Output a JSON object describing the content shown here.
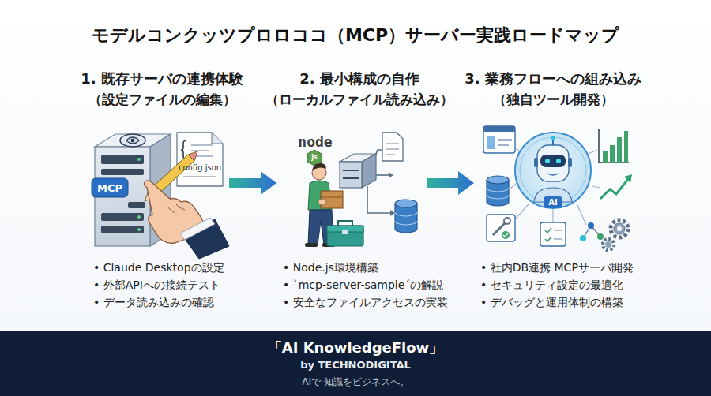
{
  "diagram": {
    "title": "モデルコンクッツプロロココ（MCP）サーバー実践ロードマップ",
    "nodes": [
      {
        "text": [
          "1. 既存サーバの連携体験",
          "（設定ファイルの編集）",
          "• Claude Desktopの設定",
          "• 外部APIへの接続テスト",
          "• データ読み込みの確認"
        ]
      },
      {
        "text": [
          "2. 最小構成の自作",
          "（ローカルファイル読み込み）",
          "• Node.js環境構築",
          "• `mcp-server-sample´の解説",
          "• 安全なファイルアクセスの実装"
        ]
      },
      {
        "text": [
          "3. 業務フローへの組み込み",
          "（独自ツール開発）",
          "• 社内DB連携 MCPサーバ開発",
          "• セキュリティ設定の最適化",
          "• デバッグと運用体制の構築"
        ]
      },
      {
        "text": [
          "「AI KnowledgeFlow」",
          "by TECHNODIGITAL",
          "AIで 知識をビジネスへ。"
        ]
      }
    ],
    "edges": [
      {
        "from": 0,
        "to": 1,
        "arrow": "to"
      },
      {
        "from": 1,
        "to": 2,
        "arrow": "to"
      }
    ],
    "labels": [
      "config.json",
      "MCP",
      "node",
      "js",
      "AI"
    ]
  }
}
